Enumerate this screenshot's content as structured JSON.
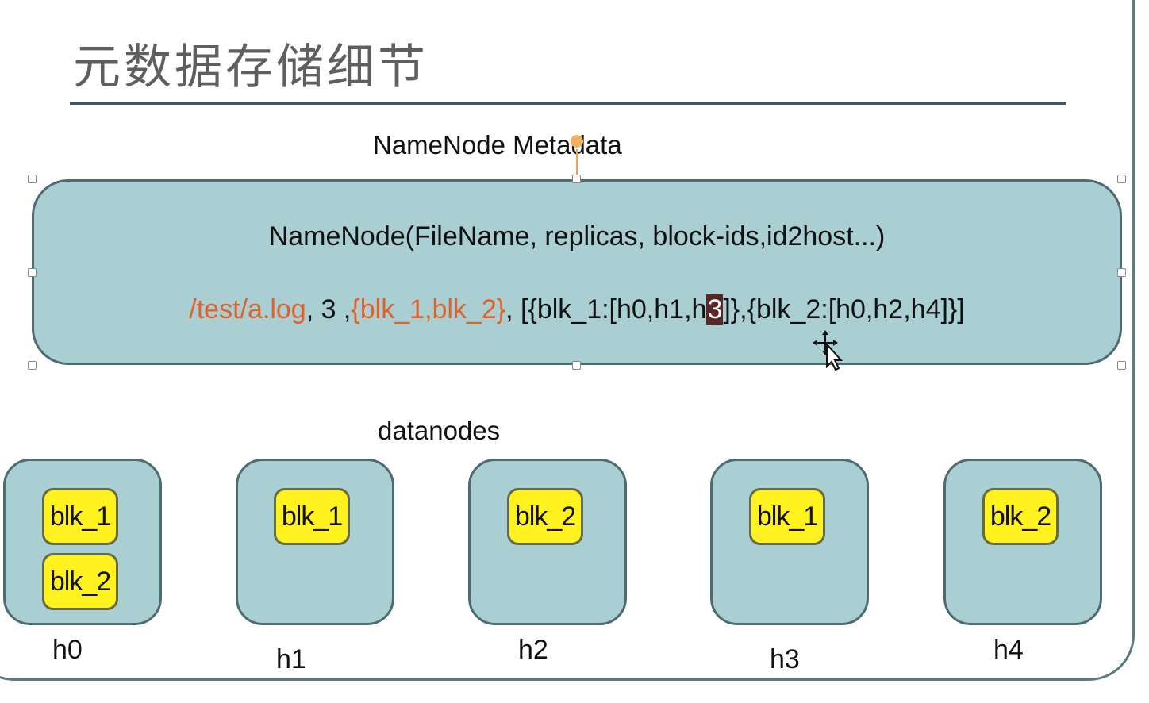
{
  "title": "元数据存储细节",
  "metadata_label": "NameNode Metadata",
  "namenode": {
    "schema": "NameNode(FileName, replicas, block-ids,id2host...)",
    "record": {
      "file_name": "/test/a.log",
      "sep1": ", 3 ,",
      "block_ids": "{blk_1,blk_2}",
      "sep2": ", [{blk_1:[h0,h1,h",
      "highlight": "3",
      "tail": "]},{blk_2:[h0,h2,h4]}]"
    }
  },
  "datanodes_label": "datanodes",
  "datanodes": [
    {
      "host": "h0",
      "blocks": [
        "blk_1",
        "blk_2"
      ]
    },
    {
      "host": "h1",
      "blocks": [
        "blk_1"
      ]
    },
    {
      "host": "h2",
      "blocks": [
        "blk_2"
      ]
    },
    {
      "host": "h3",
      "blocks": [
        "blk_1"
      ]
    },
    {
      "host": "h4",
      "blocks": [
        "blk_2"
      ]
    }
  ],
  "colors": {
    "box_fill": "#a9cfd2",
    "box_border": "#4d6b70",
    "block_fill": "#fff21e",
    "accent_text": "#e0622a",
    "highlight": "#5a2626"
  }
}
